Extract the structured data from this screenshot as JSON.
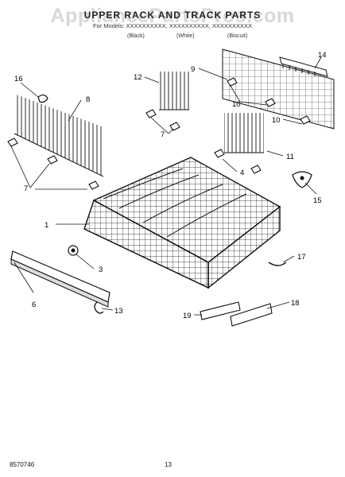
{
  "header": {
    "title": "UPPER RACK AND TRACK PARTS",
    "models": "For Models: XXXXXXXXXX, XXXXXXXXXX, XXXXXXXXXX",
    "color_black": "(Black)",
    "color_white": "(White)",
    "color_biscuit": "(Biscuit)"
  },
  "watermark": "AppliancePartsPros.com",
  "callouts": {
    "c1": "1",
    "c3": "3",
    "c4": "4",
    "c6": "6",
    "c7a": "7",
    "c7b": "7",
    "c8": "8",
    "c9": "9",
    "c10a": "10",
    "c10b": "10",
    "c11": "11",
    "c12": "12",
    "c13": "13",
    "c14": "14",
    "c15": "15",
    "c16": "16",
    "c17": "17",
    "c18": "18",
    "c19": "19"
  },
  "footer": {
    "doc_number": "8570746",
    "page_number": "13"
  }
}
